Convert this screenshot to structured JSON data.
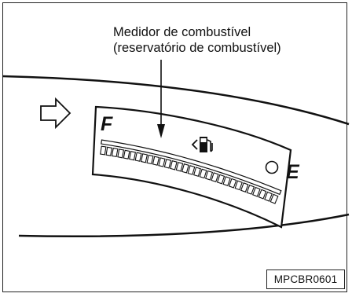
{
  "callout": {
    "line1": "Medidor de combustível",
    "line2": "(reservatório de combustível)"
  },
  "gauge": {
    "full_label": "F",
    "empty_label": "E",
    "icons": [
      "fuel-pump-icon",
      "fuel-door-side-arrow-icon",
      "warning-lamp-icon",
      "hollow-arrow-icon"
    ]
  },
  "image_code": "MPCBR0601",
  "colors": {
    "line": "#111111",
    "background": "#ffffff"
  }
}
